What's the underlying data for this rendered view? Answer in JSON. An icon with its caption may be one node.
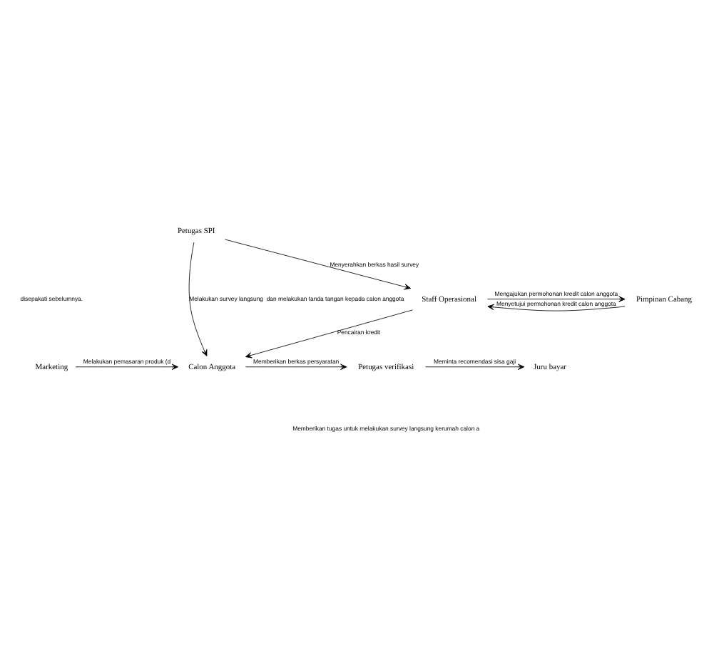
{
  "diagram": {
    "nodes": [
      {
        "text": [
          "Marketing"
        ]
      },
      {
        "text": [
          "Calon Anggota"
        ]
      },
      {
        "text": [
          "Petugas verifikasi"
        ]
      },
      {
        "text": [
          "Juru bayar"
        ]
      },
      {
        "text": [
          "Petugas SPI"
        ]
      },
      {
        "text": [
          "Staff Operasional"
        ]
      },
      {
        "text": [
          "Pimpinan Cabang"
        ]
      }
    ],
    "edges": [
      {
        "from": 0,
        "to": 1,
        "arrow": "to",
        "label": "Melakukan pemasaran produk (d"
      },
      {
        "from": 1,
        "to": 2,
        "arrow": "to",
        "label": "Memberikan berkas persyaratan"
      },
      {
        "from": 2,
        "to": 3,
        "arrow": "to",
        "label": "Meminta recomendasi sisa gaji"
      },
      {
        "from": 4,
        "to": 1,
        "arrow": "to",
        "label": "Melakukan survey langsung  dan melakukan tanda tangan kepada calon anggota"
      },
      {
        "from": 4,
        "to": 5,
        "arrow": "to",
        "label": "Menyerahkan berkas hasil survey"
      },
      {
        "from": 5,
        "to": 1,
        "arrow": "to",
        "label": "Pencairan kredit"
      },
      {
        "from": 5,
        "to": 6,
        "arrow": "to",
        "label": "Mengajukan permohonan kredit calon anggota"
      },
      {
        "from": 6,
        "to": 5,
        "arrow": "to",
        "label": "Menyetujui permohonan kredit calon anggota"
      }
    ],
    "labels": [
      "disepakati sebelumnya.",
      "Memberikan tugas untuk melakukan survey langsung kerumah calon a"
    ]
  }
}
